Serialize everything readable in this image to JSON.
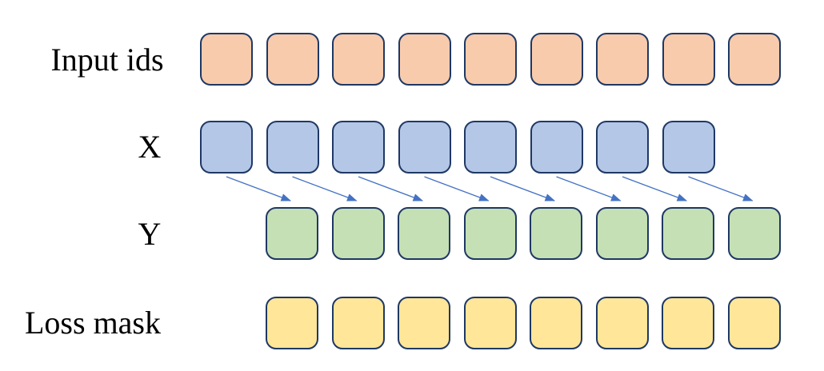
{
  "diagram": {
    "background": "#FFFFFF",
    "block_border_color": "#1F3864",
    "arrow_color": "#4472C4",
    "rows": [
      {
        "id": "input-ids",
        "label": "Input ids",
        "block_count": 9,
        "fill": "#F8CBAD"
      },
      {
        "id": "x",
        "label": "X",
        "block_count": 8,
        "fill": "#B4C7E7"
      },
      {
        "id": "y",
        "label": "Y",
        "block_count": 8,
        "fill": "#C5E0B4"
      },
      {
        "id": "loss-mask",
        "label": "Loss mask",
        "block_count": 8,
        "fill": "#FFE699"
      }
    ],
    "arrows": {
      "count": 8,
      "from_row": "X",
      "to_row": "Y"
    }
  }
}
